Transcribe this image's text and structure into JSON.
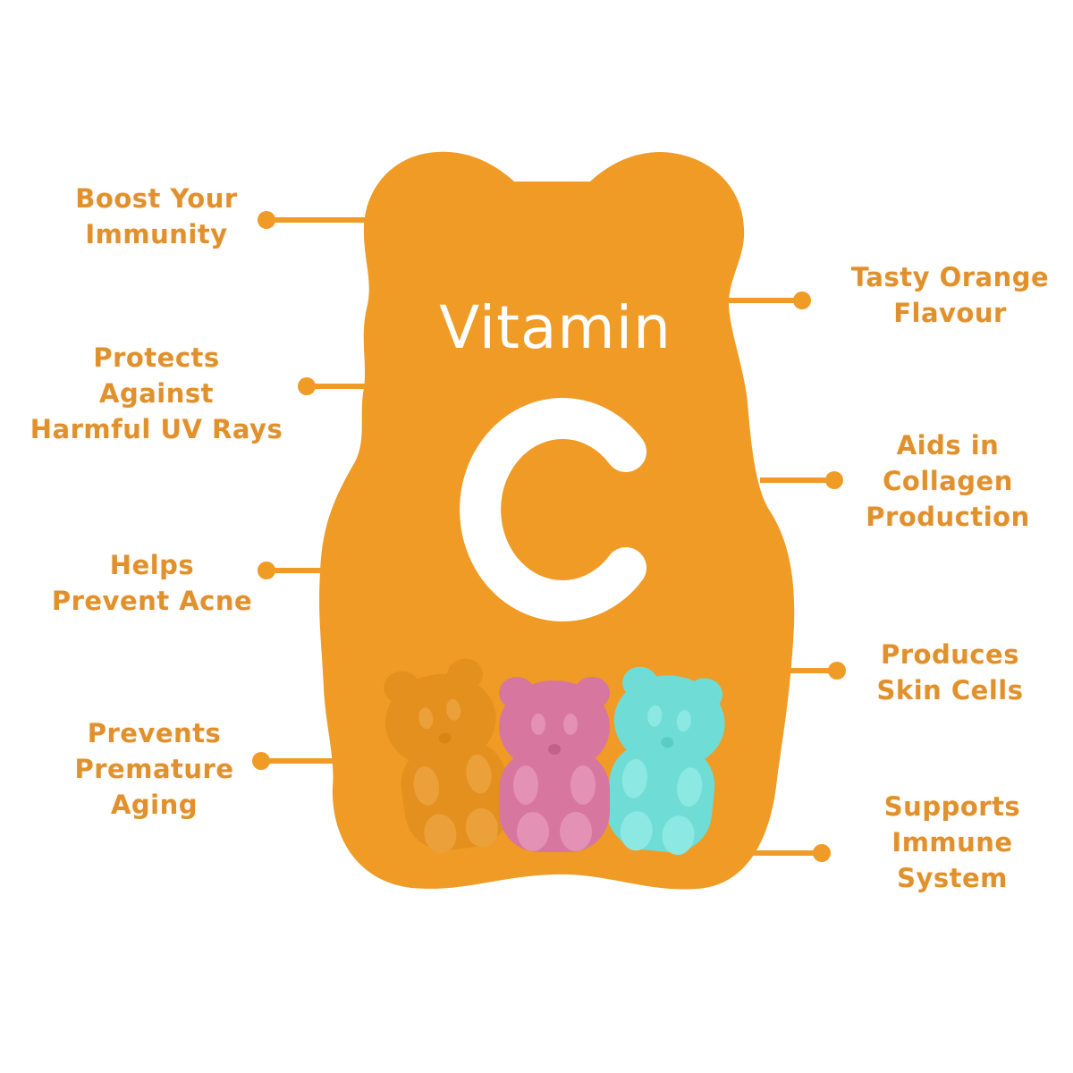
{
  "title": {
    "line1": "Vitamin",
    "line2": "C"
  },
  "colors": {
    "bear_fill": "#EF9B26",
    "text_accent": "#E0912E",
    "title_text": "#FFFFFF",
    "gummy_orange": "#E3901E",
    "gummy_pink": "#D7769F",
    "gummy_teal": "#6FDCD6",
    "background": "#FFFFFF"
  },
  "left_benefits": [
    {
      "lines": [
        "Boost Your",
        "Immunity"
      ]
    },
    {
      "lines": [
        "Protects",
        "Against",
        "Harmful UV Rays"
      ]
    },
    {
      "lines": [
        "Helps",
        "Prevent Acne"
      ]
    },
    {
      "lines": [
        "Prevents",
        "Premature",
        "Aging"
      ]
    }
  ],
  "right_benefits": [
    {
      "lines": [
        "Tasty Orange",
        "Flavour"
      ]
    },
    {
      "lines": [
        "Aids in",
        "Collagen",
        "Production"
      ]
    },
    {
      "lines": [
        "Produces",
        "Skin Cells"
      ]
    },
    {
      "lines": [
        "Supports",
        "Immune",
        "System"
      ]
    }
  ],
  "gummies": [
    {
      "color_name": "orange"
    },
    {
      "color_name": "pink"
    },
    {
      "color_name": "teal"
    }
  ]
}
